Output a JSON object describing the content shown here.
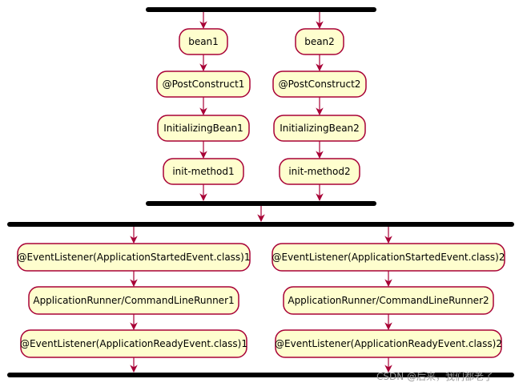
{
  "diagram": {
    "colors": {
      "node_fill": "#FEFECE",
      "node_border": "#A80036",
      "arrow": "#A80036",
      "bar": "#000000"
    },
    "fork1": {
      "left": [
        "bean1",
        "@PostConstruct1",
        "InitializingBean1",
        "init-method1"
      ],
      "right": [
        "bean2",
        "@PostConstruct2",
        "InitializingBean2",
        "init-method2"
      ]
    },
    "fork2": {
      "left": [
        "@EventListener(ApplicationStartedEvent.class)1",
        "ApplicationRunner/CommandLineRunner1",
        "@EventListener(ApplicationReadyEvent.class)1"
      ],
      "right": [
        "@EventListener(ApplicationStartedEvent.class)2",
        "ApplicationRunner/CommandLineRunner2",
        "@EventListener(ApplicationReadyEvent.class)2"
      ]
    }
  },
  "watermark": "CSDN @后来，我们都老了"
}
